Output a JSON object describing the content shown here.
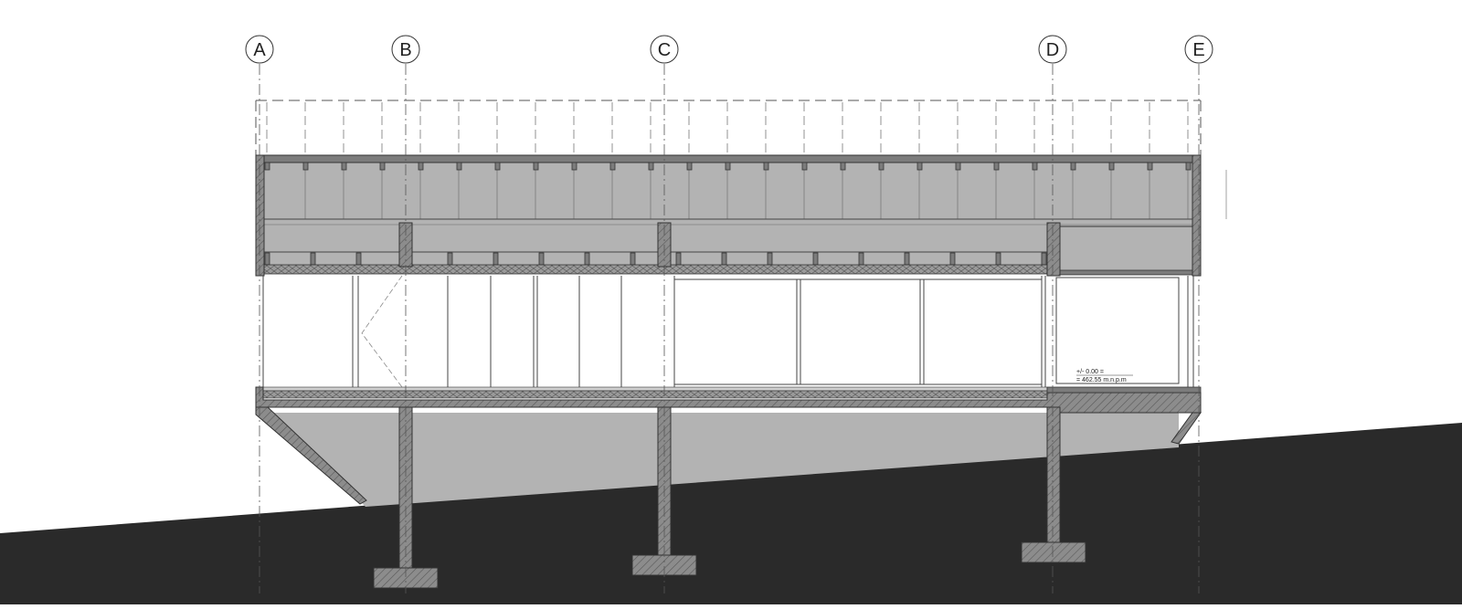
{
  "section": {
    "grid_axes": [
      {
        "id": "axis-a",
        "label": "A"
      },
      {
        "id": "axis-b",
        "label": "B"
      },
      {
        "id": "axis-c",
        "label": "C"
      },
      {
        "id": "axis-d",
        "label": "D"
      },
      {
        "id": "axis-e",
        "label": "E"
      }
    ],
    "level_marker": {
      "line1": "+/- 0.00 =",
      "line2": "= 462.55 m.n.p.m"
    }
  },
  "colors": {
    "ground": "#2a2a2a",
    "concrete": "#8c8c8c",
    "insulation_fill": "#b3b3b3",
    "line": "#333333",
    "background": "#ffffff"
  }
}
